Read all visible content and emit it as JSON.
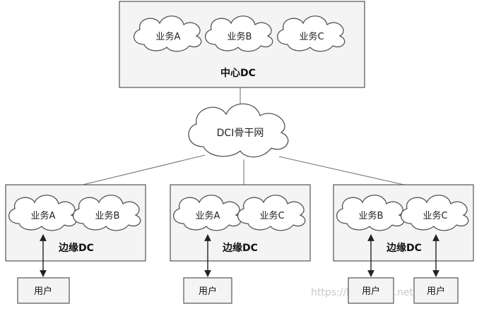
{
  "center": {
    "label": "中心DC",
    "services": [
      "业务A",
      "业务B",
      "业务C"
    ]
  },
  "backbone": {
    "label": "DCI骨干网"
  },
  "edges": [
    {
      "label": "边缘DC",
      "services": [
        "业务A",
        "业务B"
      ],
      "users": [
        "用户"
      ]
    },
    {
      "label": "边缘DC",
      "services": [
        "业务A",
        "业务C"
      ],
      "users": [
        "用户"
      ]
    },
    {
      "label": "边缘DC",
      "services": [
        "业务B",
        "业务C"
      ],
      "users": [
        "用户",
        "用户"
      ]
    }
  ],
  "watermark": "https://blog.csdn.net/qq_3",
  "colors": {
    "box_fill": "#f4f4f4",
    "stroke": "#555555",
    "cloud_fill": "#ffffff"
  }
}
